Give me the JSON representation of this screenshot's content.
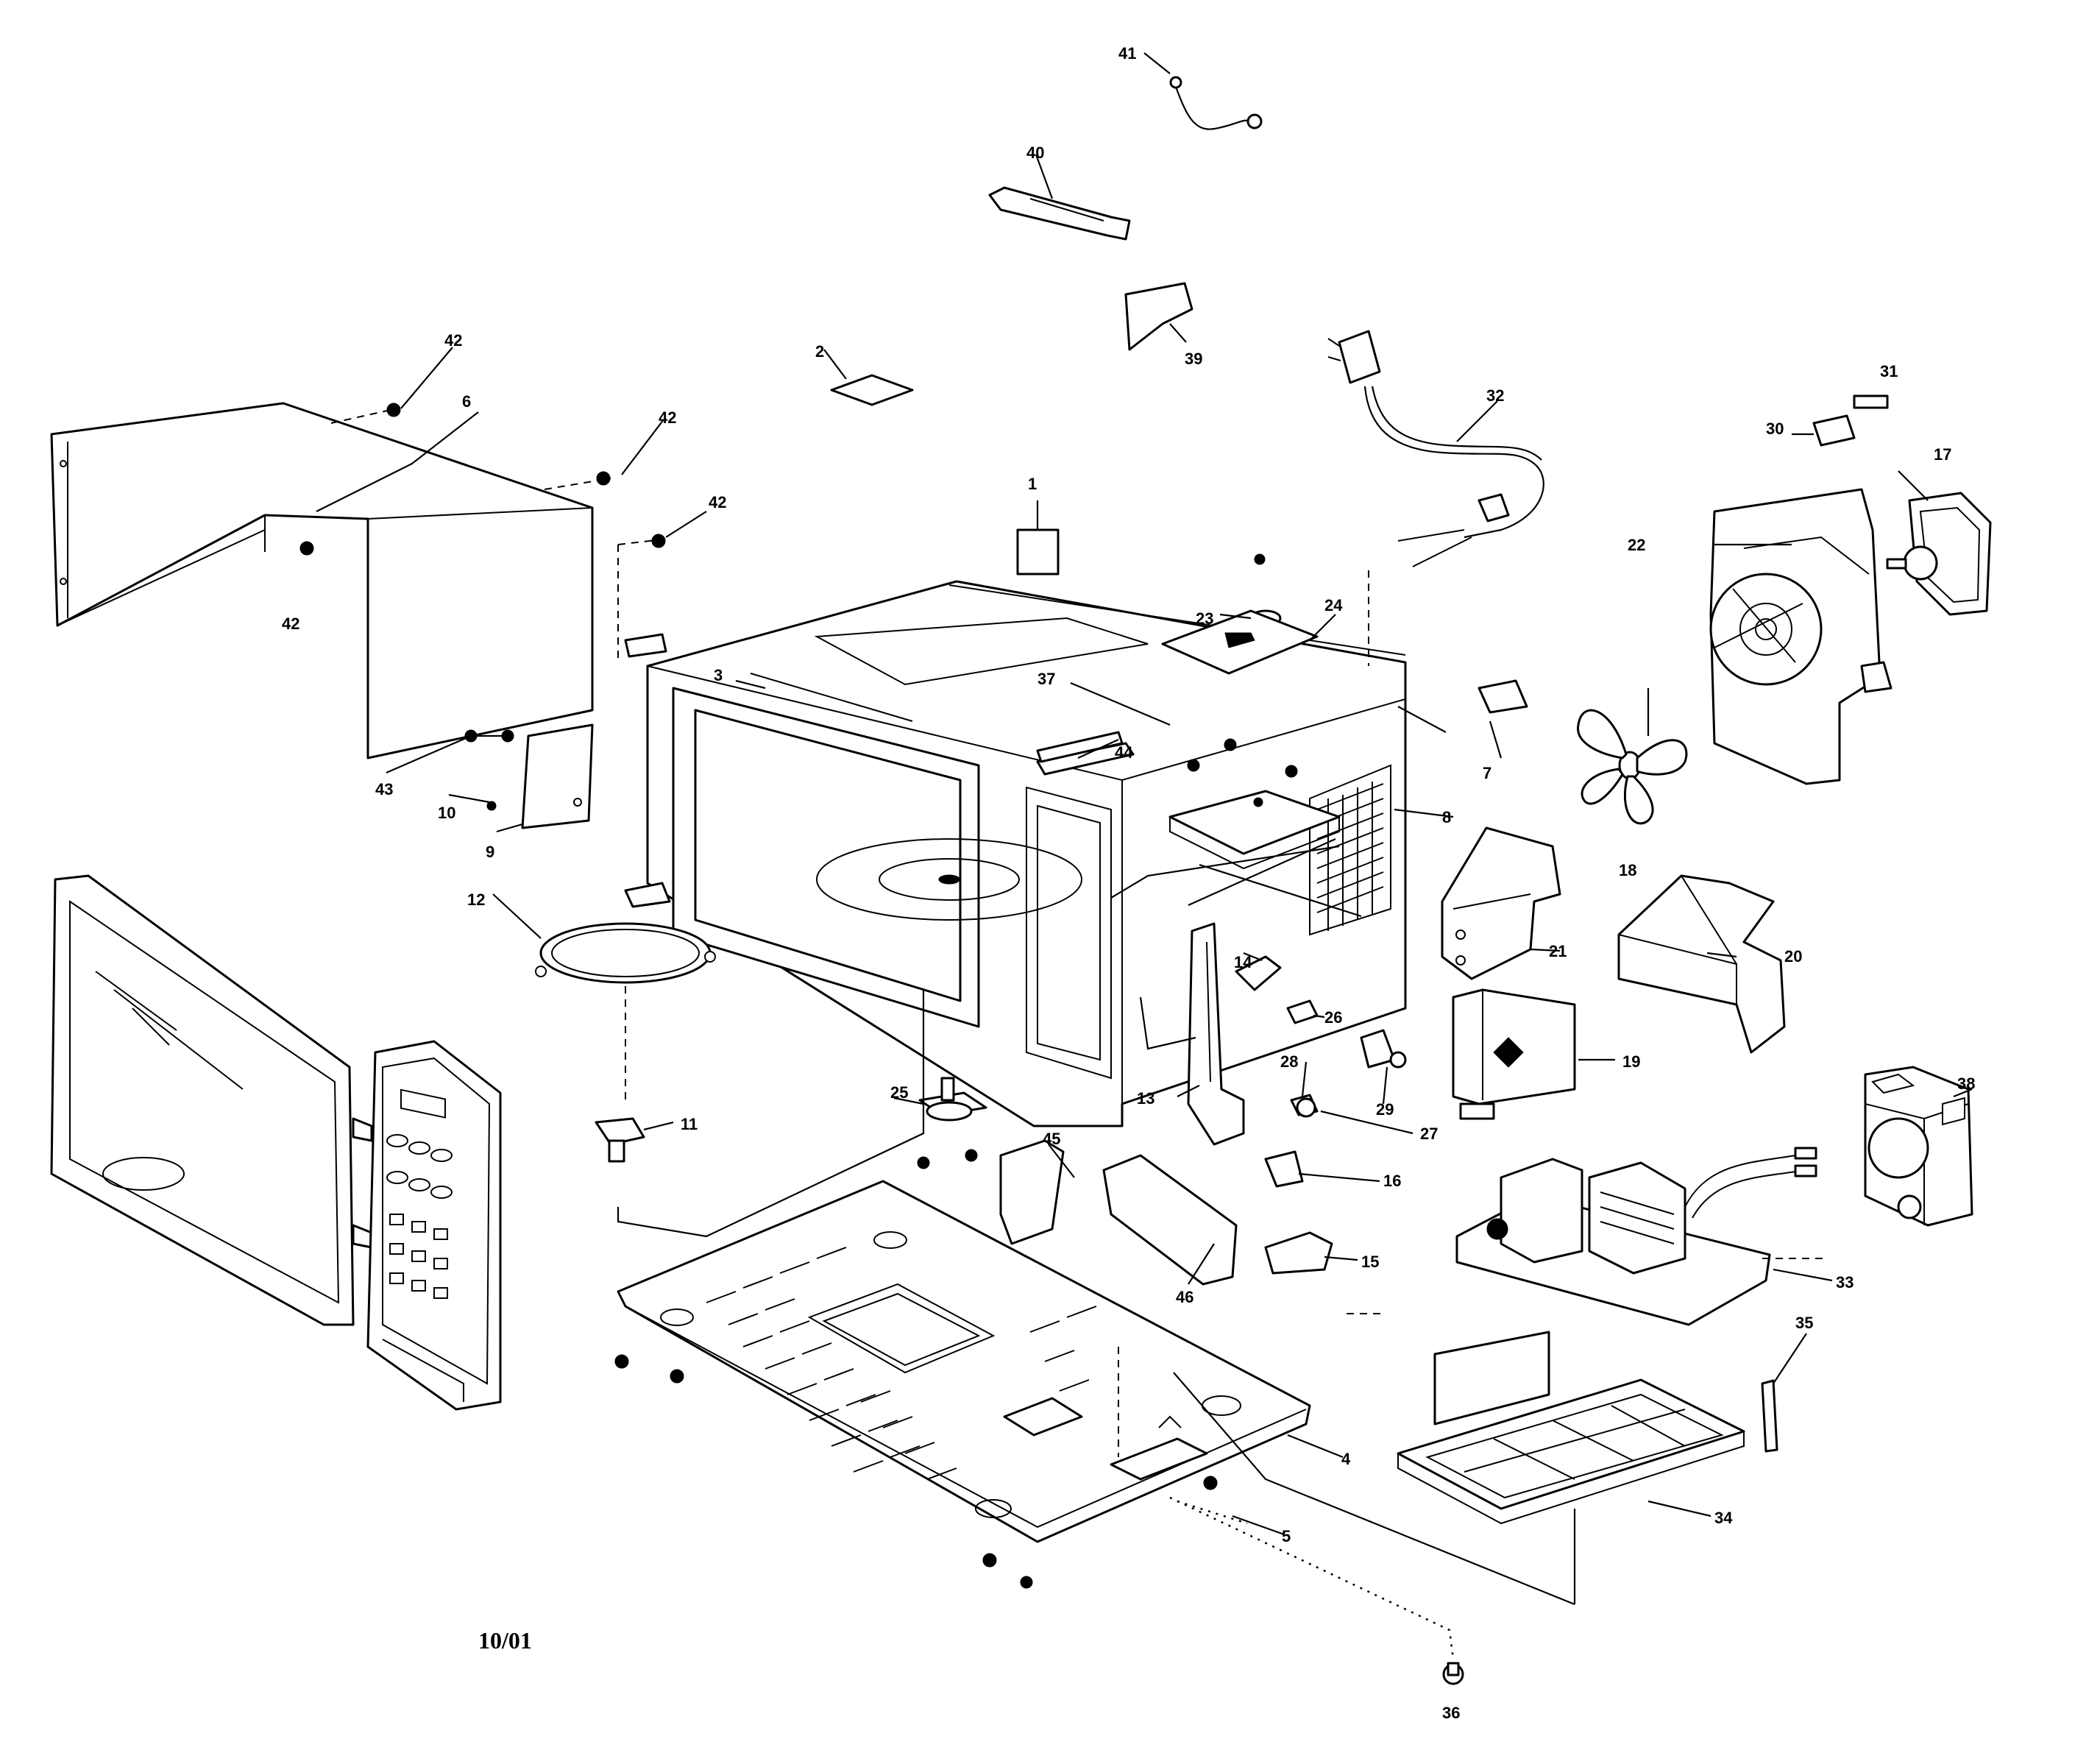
{
  "date_code": "10/01",
  "callouts": {
    "c1": "1",
    "c2": "2",
    "c3": "3",
    "c4": "4",
    "c5": "5",
    "c6": "6",
    "c7": "7",
    "c8": "8",
    "c9": "9",
    "c10": "10",
    "c11": "11",
    "c12": "12",
    "c13": "13",
    "c14": "14",
    "c15": "15",
    "c16": "16",
    "c17": "17",
    "c18": "18",
    "c19": "19",
    "c20": "20",
    "c21": "21",
    "c22": "22",
    "c23": "23",
    "c24": "24",
    "c25": "25",
    "c26": "26",
    "c27": "27",
    "c28": "28",
    "c29": "29",
    "c30": "30",
    "c31": "31",
    "c32": "32",
    "c33": "33",
    "c34": "34",
    "c35": "35",
    "c36": "36",
    "c37": "37",
    "c38": "38",
    "c39": "39",
    "c40": "40",
    "c41": "41",
    "c42a": "42",
    "c42b": "42",
    "c42c": "42",
    "c42d": "42",
    "c43": "43",
    "c44": "44",
    "c45": "45",
    "c46": "46"
  },
  "icons": {
    "door": "microwave-door-icon",
    "control_panel": "control-panel-icon",
    "cabinet": "outer-cabinet-icon",
    "oven_cavity": "oven-cavity-icon",
    "base_plate": "base-plate-icon",
    "fan_blade": "fan-blade-icon",
    "fan_duct": "fan-duct-icon",
    "magnetron": "magnetron-icon",
    "power_cord": "power-cord-icon",
    "inverter_board": "inverter-board-icon"
  }
}
